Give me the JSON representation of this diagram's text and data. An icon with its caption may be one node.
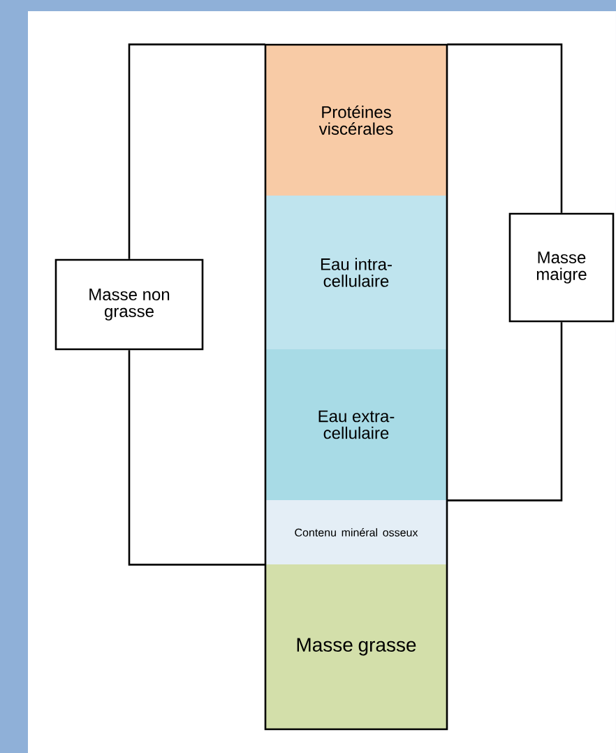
{
  "diagram": {
    "nodes": [
      {
        "text": [
          "Masse non grasse"
        ]
      },
      {
        "text": [
          "Protéines viscérales"
        ]
      },
      {
        "text": [
          "Eau intra-cellulaire"
        ]
      },
      {
        "text": [
          "Eau extra-cellulaire"
        ]
      },
      {
        "text": [
          "Contenu minéral osseux"
        ]
      },
      {
        "text": [
          "Masse grasse"
        ]
      },
      {
        "text": [
          "Masse maigre"
        ]
      }
    ],
    "edges": [
      {
        "from": 0,
        "to": 1,
        "arrow": "none"
      },
      {
        "from": 0,
        "to": 4,
        "arrow": "none"
      },
      {
        "from": 6,
        "to": 1,
        "arrow": "none"
      },
      {
        "from": 6,
        "to": 3,
        "arrow": "none"
      }
    ]
  }
}
